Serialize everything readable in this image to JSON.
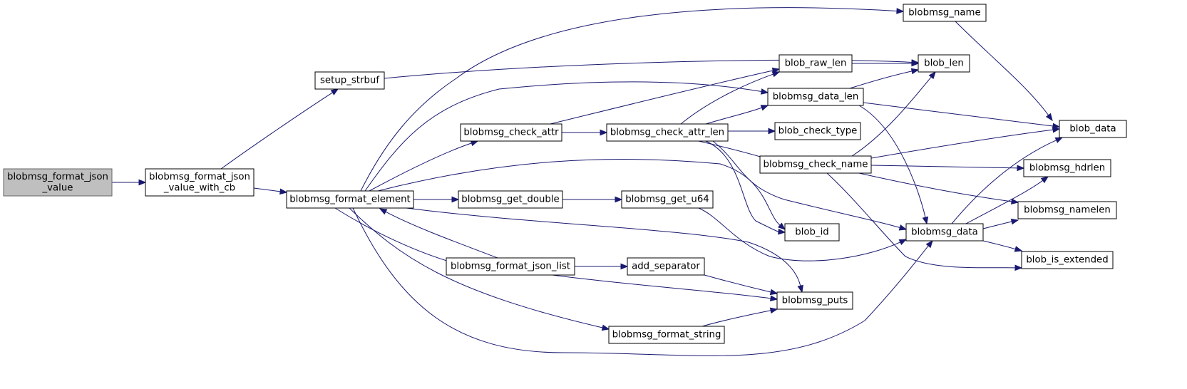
{
  "nodes": [
    {
      "id": "blobmsg_format_json_value",
      "lines": [
        "blobmsg_format_json",
        "_value"
      ],
      "root": true
    },
    {
      "id": "blobmsg_format_json_value_with_cb",
      "lines": [
        "blobmsg_format_json",
        "_value_with_cb"
      ]
    },
    {
      "id": "setup_strbuf",
      "lines": [
        "setup_strbuf"
      ]
    },
    {
      "id": "blobmsg_format_element",
      "lines": [
        "blobmsg_format_element"
      ]
    },
    {
      "id": "blobmsg_check_attr",
      "lines": [
        "blobmsg_check_attr"
      ]
    },
    {
      "id": "blobmsg_get_double",
      "lines": [
        "blobmsg_get_double"
      ]
    },
    {
      "id": "blobmsg_format_json_list",
      "lines": [
        "blobmsg_format_json_list"
      ]
    },
    {
      "id": "blobmsg_format_string",
      "lines": [
        "blobmsg_format_string"
      ]
    },
    {
      "id": "blobmsg_check_attr_len",
      "lines": [
        "blobmsg_check_attr_len"
      ]
    },
    {
      "id": "blobmsg_get_u64",
      "lines": [
        "blobmsg_get_u64"
      ]
    },
    {
      "id": "add_separator",
      "lines": [
        "add_separator"
      ]
    },
    {
      "id": "blobmsg_name",
      "lines": [
        "blobmsg_name"
      ]
    },
    {
      "id": "blob_raw_len",
      "lines": [
        "blob_raw_len"
      ]
    },
    {
      "id": "blobmsg_data_len",
      "lines": [
        "blobmsg_data_len"
      ]
    },
    {
      "id": "blob_check_type",
      "lines": [
        "blob_check_type"
      ]
    },
    {
      "id": "blobmsg_check_name",
      "lines": [
        "blobmsg_check_name"
      ]
    },
    {
      "id": "blob_id",
      "lines": [
        "blob_id"
      ]
    },
    {
      "id": "blobmsg_puts",
      "lines": [
        "blobmsg_puts"
      ]
    },
    {
      "id": "blob_len",
      "lines": [
        "blob_len"
      ]
    },
    {
      "id": "blobmsg_data",
      "lines": [
        "blobmsg_data"
      ]
    },
    {
      "id": "blob_data",
      "lines": [
        "blob_data"
      ]
    },
    {
      "id": "blobmsg_hdrlen",
      "lines": [
        "blobmsg_hdrlen"
      ]
    },
    {
      "id": "blobmsg_namelen",
      "lines": [
        "blobmsg_namelen"
      ]
    },
    {
      "id": "blob_is_extended",
      "lines": [
        "blob_is_extended"
      ]
    }
  ],
  "edges": [
    [
      "blobmsg_format_json_value",
      "blobmsg_format_json_value_with_cb"
    ],
    [
      "blobmsg_format_json_value_with_cb",
      "setup_strbuf"
    ],
    [
      "blobmsg_format_json_value_with_cb",
      "blobmsg_format_element"
    ],
    [
      "setup_strbuf",
      "blob_len"
    ],
    [
      "blobmsg_format_element",
      "blobmsg_name"
    ],
    [
      "blobmsg_format_element",
      "blobmsg_data_len"
    ],
    [
      "blobmsg_format_element",
      "blobmsg_check_attr"
    ],
    [
      "blobmsg_format_element",
      "blob_id"
    ],
    [
      "blobmsg_format_element",
      "blobmsg_get_double"
    ],
    [
      "blobmsg_format_element",
      "blobmsg_puts"
    ],
    [
      "blobmsg_format_element",
      "blobmsg_format_json_list"
    ],
    [
      "blobmsg_format_element",
      "blobmsg_format_string"
    ],
    [
      "blobmsg_format_element",
      "blobmsg_data"
    ],
    [
      "blobmsg_check_attr",
      "blob_raw_len"
    ],
    [
      "blobmsg_check_attr",
      "blobmsg_check_attr_len"
    ],
    [
      "blobmsg_check_attr_len",
      "blob_raw_len"
    ],
    [
      "blobmsg_check_attr_len",
      "blobmsg_data_len"
    ],
    [
      "blobmsg_check_attr_len",
      "blob_check_type"
    ],
    [
      "blobmsg_check_attr_len",
      "blobmsg_check_name"
    ],
    [
      "blobmsg_check_attr_len",
      "blob_id"
    ],
    [
      "blobmsg_check_attr_len",
      "blobmsg_data"
    ],
    [
      "blobmsg_get_double",
      "blobmsg_get_u64"
    ],
    [
      "blobmsg_get_u64",
      "blobmsg_data"
    ],
    [
      "blobmsg_format_json_list",
      "blobmsg_format_element"
    ],
    [
      "blobmsg_format_json_list",
      "add_separator"
    ],
    [
      "blobmsg_format_json_list",
      "blobmsg_puts"
    ],
    [
      "add_separator",
      "blobmsg_puts"
    ],
    [
      "blobmsg_format_string",
      "blobmsg_puts"
    ],
    [
      "blob_raw_len",
      "blob_len"
    ],
    [
      "blobmsg_data_len",
      "blob_len"
    ],
    [
      "blobmsg_data_len",
      "blob_data"
    ],
    [
      "blobmsg_data_len",
      "blobmsg_data"
    ],
    [
      "blobmsg_check_name",
      "blob_len"
    ],
    [
      "blobmsg_check_name",
      "blob_data"
    ],
    [
      "blobmsg_check_name",
      "blobmsg_hdrlen"
    ],
    [
      "blobmsg_check_name",
      "blobmsg_namelen"
    ],
    [
      "blobmsg_check_name",
      "blob_is_extended"
    ],
    [
      "blobmsg_name",
      "blob_data"
    ],
    [
      "blobmsg_data",
      "blob_data"
    ],
    [
      "blobmsg_data",
      "blobmsg_hdrlen"
    ],
    [
      "blobmsg_data",
      "blobmsg_namelen"
    ],
    [
      "blobmsg_data",
      "blob_is_extended"
    ]
  ],
  "colors": {
    "edge": "#191970",
    "root_fill": "#bfbfbf",
    "root_stroke": "#666666",
    "node_stroke": "#000000"
  }
}
